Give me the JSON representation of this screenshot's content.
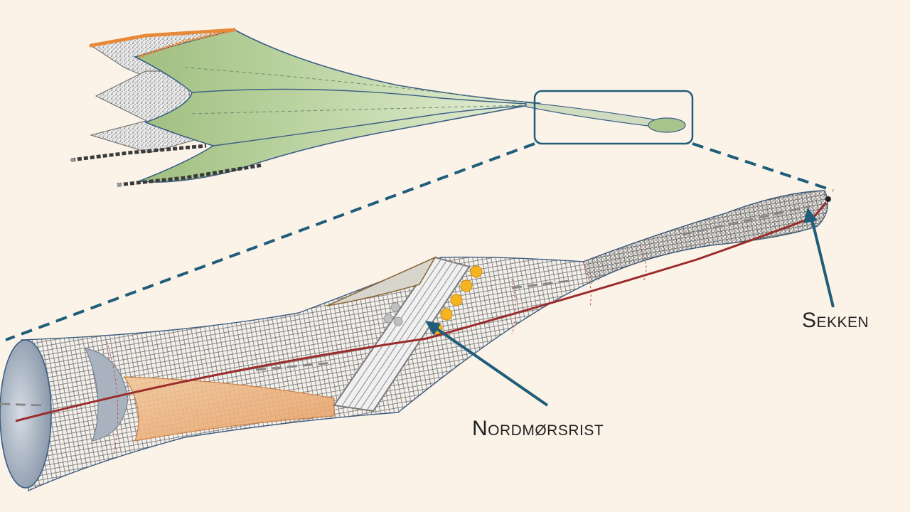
{
  "labels": {
    "sekken": "Sekken",
    "nordmorsrist": "Nordmørsrist"
  },
  "colors": {
    "background": "#fbf3e8",
    "trawl_green": "#a7c58b",
    "trawl_green_light": "#dbe8c9",
    "outline_blue": "#3b5f86",
    "callout_teal": "#1f5d7a",
    "float_orange": "#e8893a",
    "centerline_red": "#9b2c2c",
    "grid_float_yellow": "#f5b520",
    "ground_rope": "#3a3a3a"
  },
  "icons": {
    "zoom_frame": "rounded-rectangle",
    "trawl_overview": "trawl-net-icon",
    "codend_detail": "codend-net-icon",
    "sorting_grid": "sorting-grid-icon"
  }
}
